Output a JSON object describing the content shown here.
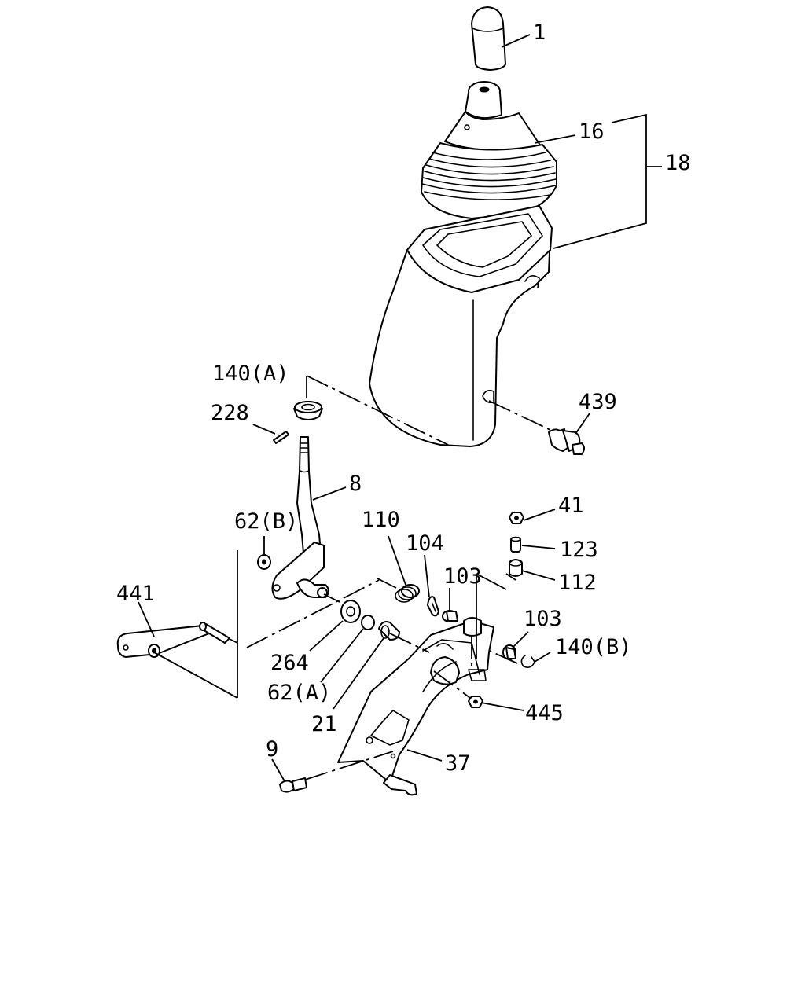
{
  "diagram": {
    "labels": {
      "p1": "1",
      "p16": "16",
      "p18": "18",
      "p140a": "140(A)",
      "p228": "228",
      "p439": "439",
      "p8": "8",
      "p62b": "62(B)",
      "p110": "110",
      "p104": "104",
      "p103a": "103",
      "p41": "41",
      "p123": "123",
      "p112": "112",
      "p441": "441",
      "p264": "264",
      "p62a": "62(A)",
      "p21": "21",
      "p103b": "103",
      "p140b": "140(B)",
      "p445": "445",
      "p9": "9",
      "p37": "37"
    }
  }
}
